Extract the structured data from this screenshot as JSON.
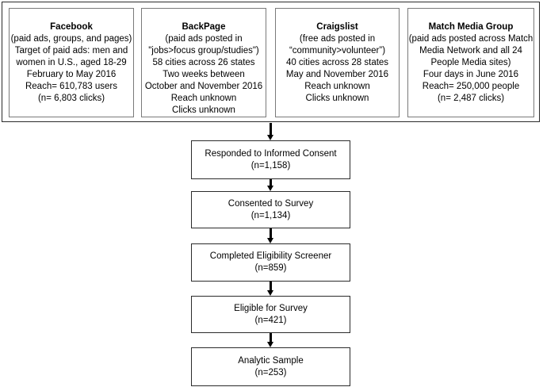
{
  "sources": {
    "items": [
      {
        "title": "Facebook",
        "lines": [
          "(paid ads, groups, and pages)",
          "Target of paid ads: men and",
          "women in U.S., aged 18-29",
          "February to May 2016",
          "Reach= 610,783 users",
          "(n= 6,803 clicks)"
        ]
      },
      {
        "title": "BackPage",
        "lines": [
          "(paid ads posted in",
          "\"jobs>focus group/studies\")",
          "58 cities across 26 states",
          "Two weeks between",
          "October and November 2016",
          "Reach unknown",
          "Clicks unknown"
        ]
      },
      {
        "title": "Craigslist",
        "lines": [
          "(free ads posted in",
          "“community>volunteer”)",
          "40 cities across 28 states",
          "May and November 2016",
          "Reach unknown",
          "Clicks unknown"
        ]
      },
      {
        "title": "Match Media Group",
        "lines": [
          "(paid ads posted across Match",
          "Media Network and all 24",
          "People Media sites)",
          "Four days in June 2016",
          "Reach= 250,000 people",
          "(n= 2,487 clicks)"
        ]
      }
    ]
  },
  "flow": {
    "steps": [
      {
        "label": "Responded to Informed Consent",
        "count": "(n=1,158)"
      },
      {
        "label": "Consented to Survey",
        "count": "(n=1,134)"
      },
      {
        "label": "Completed Eligibility Screener",
        "count": "(n=859)"
      },
      {
        "label": "Eligible for Survey",
        "count": "(n=421)"
      },
      {
        "label": "Analytic Sample",
        "count": "(n=253)"
      }
    ]
  },
  "style": {
    "box_border_color": "#2b2b2b",
    "inner_box_border_color": "#7a7a7a",
    "arrow_color": "#000000",
    "background": "#ffffff",
    "text_color": "#000000"
  }
}
